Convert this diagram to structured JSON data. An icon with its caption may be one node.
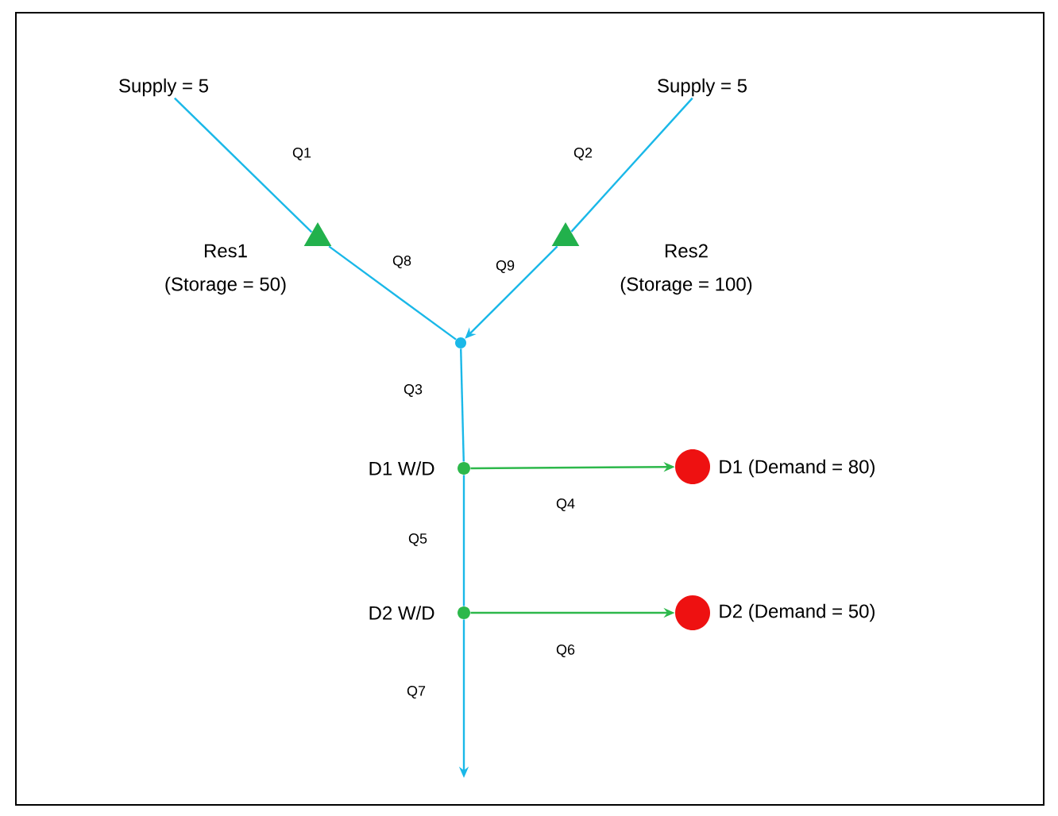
{
  "diagram": {
    "nodes": [
      {
        "text": [
          "Supply = 5"
        ]
      },
      {
        "text": [
          "Supply = 5"
        ]
      },
      {
        "text": [],
        "shape": "triangle",
        "beside": [
          "Res1",
          "(Storage = 50)"
        ]
      },
      {
        "text": [],
        "shape": "triangle",
        "beside": [
          "Res2",
          "(Storage = 100)"
        ]
      },
      {
        "text": [],
        "shape": "circle"
      },
      {
        "text": [],
        "shape": "circle",
        "beside": [
          "D1 W/D"
        ]
      },
      {
        "text": [],
        "shape": "circle",
        "beside": [
          "D2 W/D"
        ]
      },
      {
        "text": [],
        "shape": "circle",
        "beside": [
          "D1 (Demand = 80)"
        ]
      },
      {
        "text": [],
        "shape": "circle",
        "beside": [
          "D2 (Demand = 50)"
        ]
      }
    ],
    "edges": [
      {
        "from": 0,
        "to": 2,
        "arrow": "none",
        "label": "Q1"
      },
      {
        "from": 1,
        "to": 3,
        "arrow": "none",
        "label": "Q2"
      },
      {
        "from": 2,
        "to": 4,
        "arrow": "none",
        "label": "Q8"
      },
      {
        "from": 3,
        "to": 4,
        "arrow": "to",
        "label": "Q9"
      },
      {
        "from": 4,
        "to": 5,
        "arrow": "none",
        "label": "Q3"
      },
      {
        "from": 5,
        "to": 7,
        "arrow": "to",
        "label": "Q4",
        "color": "#2db84b"
      },
      {
        "from": 5,
        "to": 6,
        "arrow": "none",
        "label": "Q5"
      },
      {
        "from": 6,
        "to": 8,
        "arrow": "to",
        "label": "Q6",
        "color": "#2db84b"
      },
      {
        "from": 6,
        "to": null,
        "arrow": "to",
        "label": "Q7"
      }
    ]
  }
}
